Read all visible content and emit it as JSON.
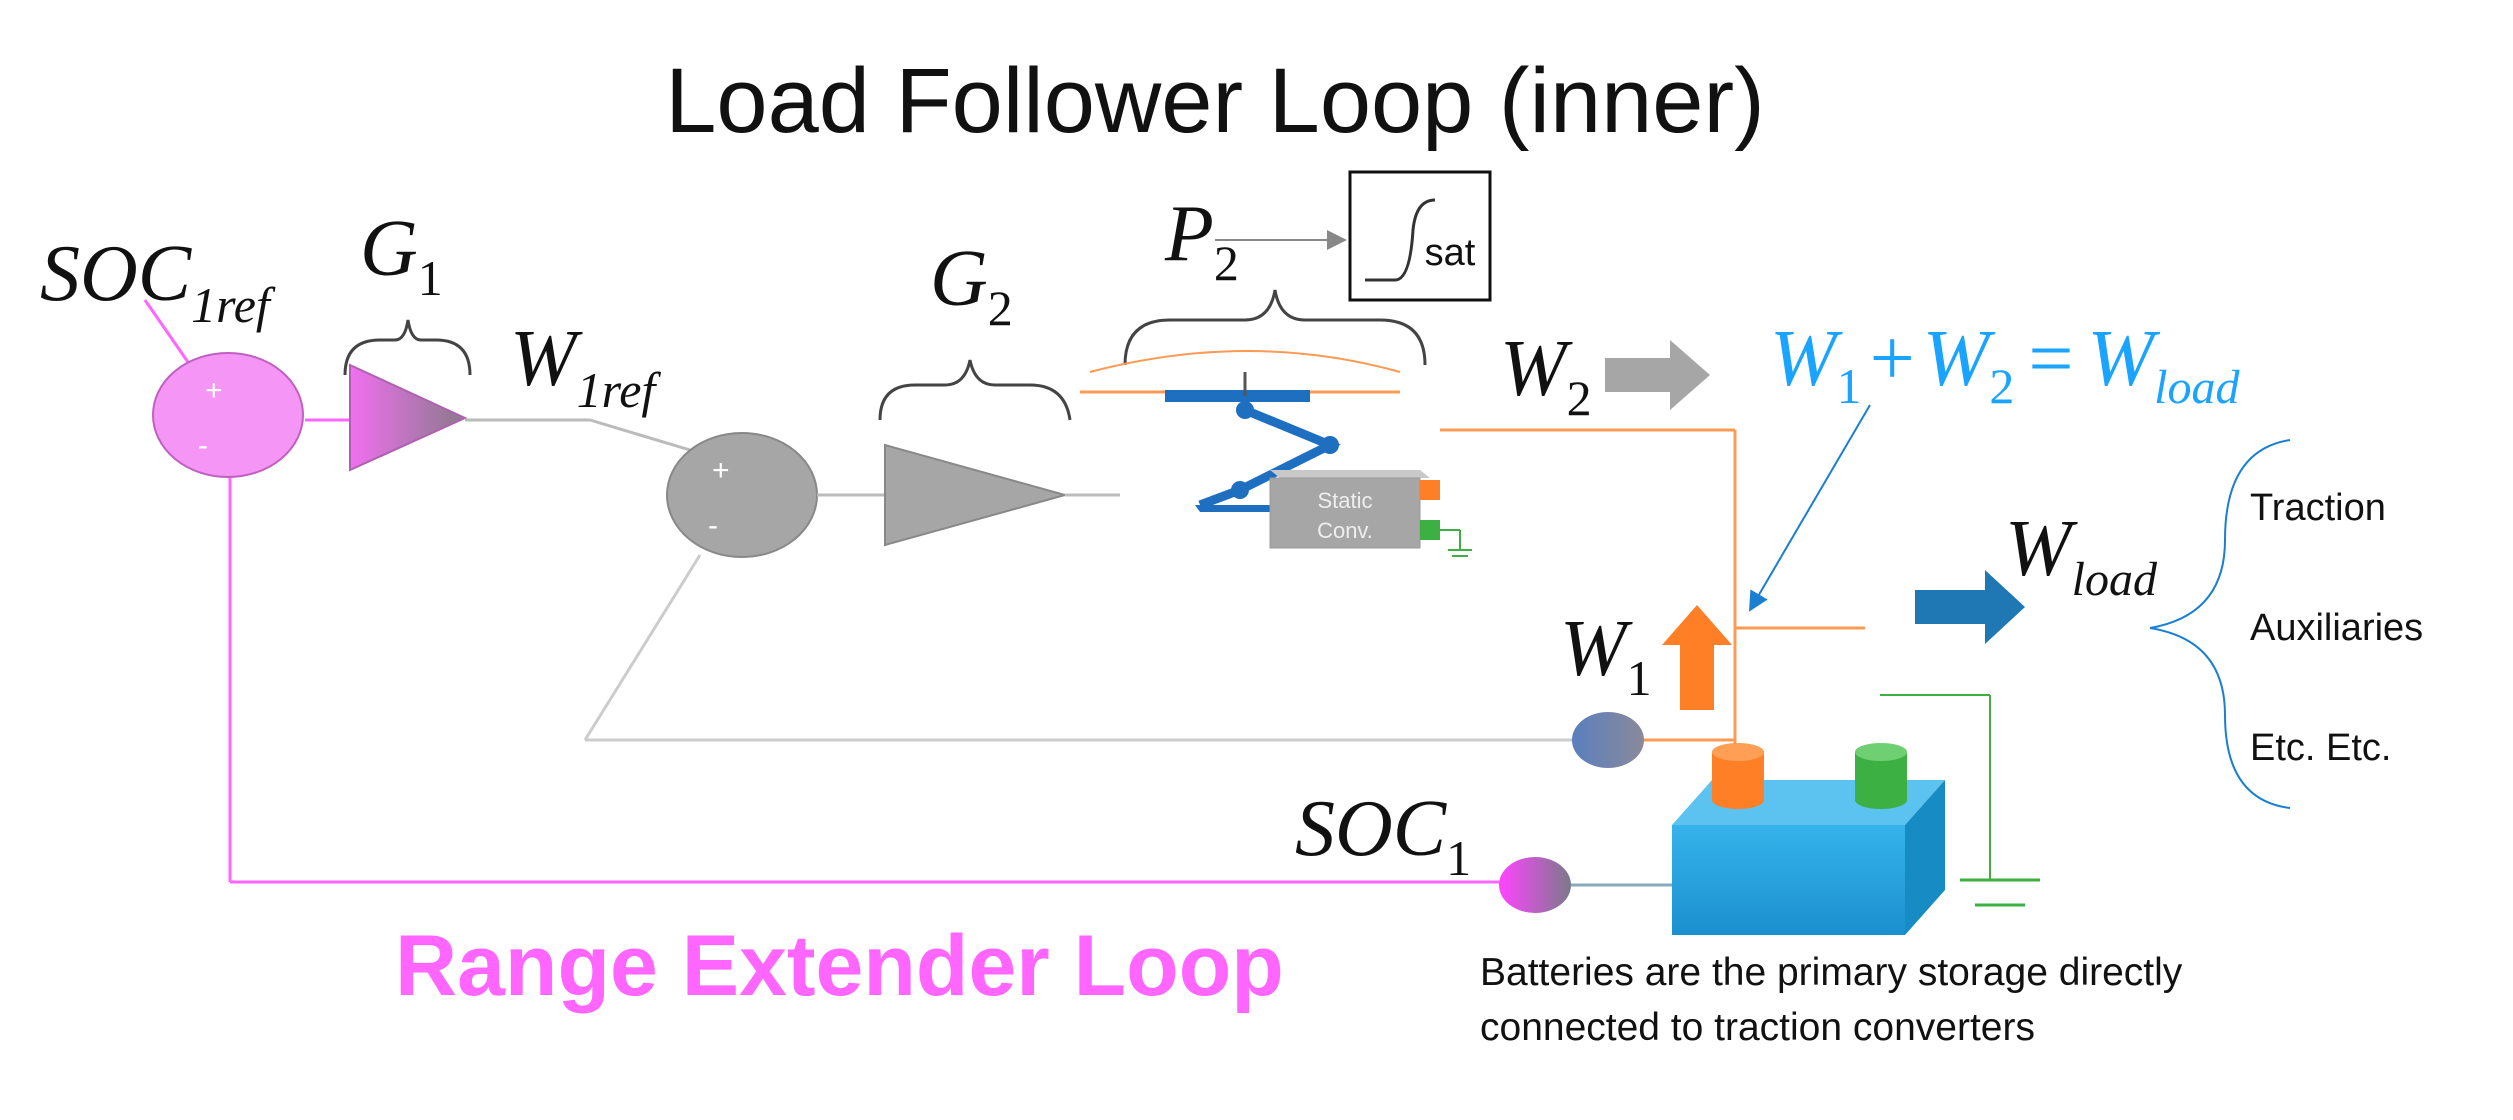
{
  "title": "Load Follower Loop (inner)",
  "bottom_label": "Range Extender Loop",
  "caption": {
    "line1": "Batteries are the primary storage directly",
    "line2": "connected to traction converters"
  },
  "symbols": {
    "soc1ref_main": "SOC",
    "soc1ref_sub": "1ref",
    "g1_main": "G",
    "g1_sub": "1",
    "w1ref_main": "W",
    "w1ref_sub": "1ref",
    "g2_main": "G",
    "g2_sub": "2",
    "p2_main": "P",
    "p2_sub": "2",
    "sat": "sat",
    "w2_main": "W",
    "w2_sub": "2",
    "w1_main": "W",
    "w1_sub": "1",
    "soc1_main": "SOC",
    "soc1_sub": "1",
    "wload_main": "W",
    "wload_sub": "load"
  },
  "equation": {
    "w1": "W",
    "w1_sub": "1",
    "plus": "+",
    "w2": "W",
    "w2_sub": "2",
    "equals": "=",
    "wload": "W",
    "wload_sub": "load"
  },
  "sum_signs": {
    "plus": "+",
    "minus": "-"
  },
  "converter_label": {
    "line1": "Static",
    "line2": "Conv."
  },
  "loads": [
    "Traction",
    "Auxiliaries",
    "Etc. Etc."
  ],
  "colors": {
    "magenta": "#ff66ff",
    "pink_light": "#f08af0",
    "gray_block": "#a6a6a6",
    "orange": "#ff7f27",
    "blue_dark": "#1f77b4",
    "equation_blue": "#1aa3ff",
    "battery_blue": "#2aa7e0",
    "green": "#3cb043"
  }
}
